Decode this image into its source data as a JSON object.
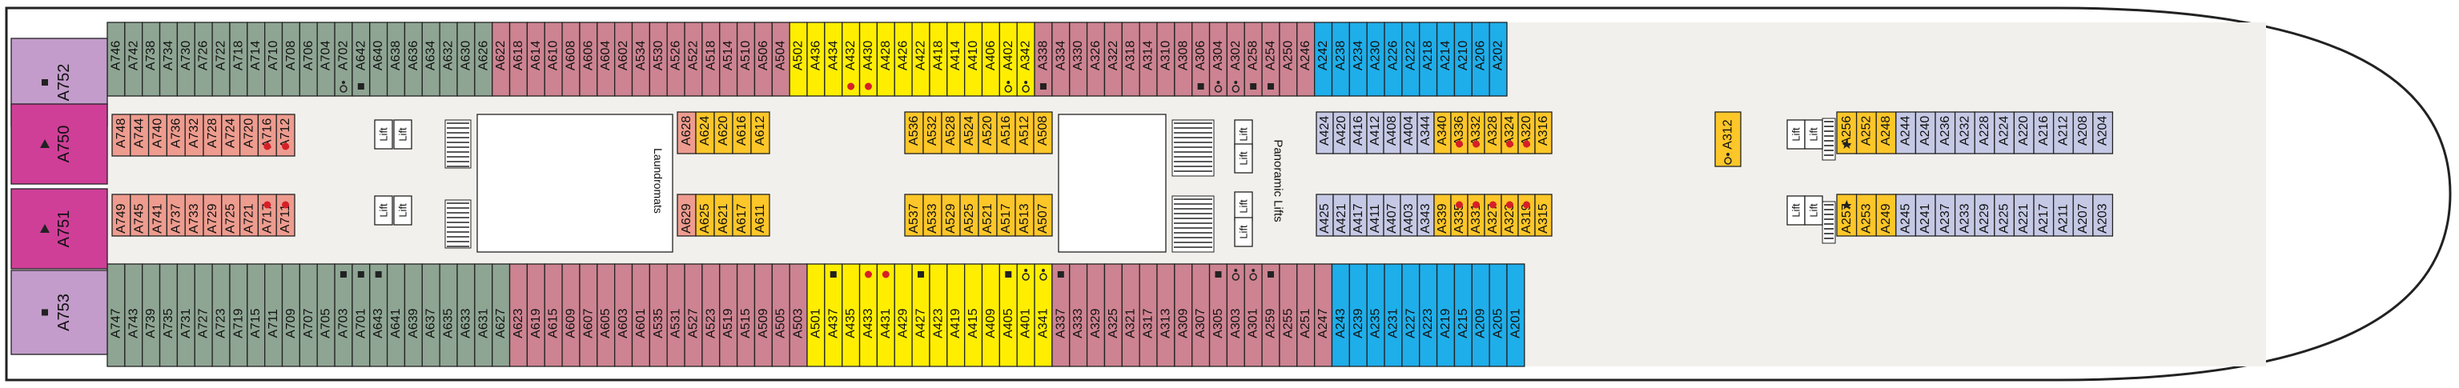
{
  "colors": {
    "gray": "#8ea593",
    "pink": "#cd8391",
    "salmon": "#ed9c8f",
    "magenta": "#cf3f98",
    "lavender": "#c39ccb",
    "yellow": "#ffee00",
    "gold": "#fdc629",
    "periwinkle": "#c5c9e5",
    "blue": "#1eaeea",
    "corridor": "#f2f0ec",
    "outline": "#222222",
    "accessible_dot": "#d62027"
  },
  "legend_marks": {
    "accessible_icon": "wheelchair-icon",
    "connecting_dot": "red-dot-icon",
    "stair_icon": "stairs-icon"
  },
  "labels": {
    "laundromats": "Laundromats",
    "panoramic_lifts": "Panoramic Lifts",
    "lift": "Lift"
  },
  "rows": {
    "outer_top": [
      {
        "label": "A746",
        "c": "gray"
      },
      {
        "label": "A742",
        "c": "gray"
      },
      {
        "label": "A738",
        "c": "gray"
      },
      {
        "label": "A734",
        "c": "gray"
      },
      {
        "label": "A730",
        "c": "gray"
      },
      {
        "label": "A726",
        "c": "gray"
      },
      {
        "label": "A722",
        "c": "gray"
      },
      {
        "label": "A718",
        "c": "gray"
      },
      {
        "label": "A714",
        "c": "gray"
      },
      {
        "label": "A710",
        "c": "gray"
      },
      {
        "label": "A708",
        "c": "gray"
      },
      {
        "label": "A706",
        "c": "gray"
      },
      {
        "label": "A704",
        "c": "gray"
      },
      {
        "label": "A702",
        "c": "gray",
        "m": "wheelchair"
      },
      {
        "label": "A642",
        "c": "gray",
        "m": "square"
      },
      {
        "label": "A640",
        "c": "gray"
      },
      {
        "label": "A638",
        "c": "gray"
      },
      {
        "label": "A636",
        "c": "gray"
      },
      {
        "label": "A634",
        "c": "gray"
      },
      {
        "label": "A632",
        "c": "gray"
      },
      {
        "label": "A630",
        "c": "gray"
      },
      {
        "label": "A626",
        "c": "gray"
      },
      {
        "label": "A622",
        "c": "pink"
      },
      {
        "label": "A618",
        "c": "pink"
      },
      {
        "label": "A614",
        "c": "pink"
      },
      {
        "label": "A610",
        "c": "pink"
      },
      {
        "label": "A608",
        "c": "pink"
      },
      {
        "label": "A606",
        "c": "pink"
      },
      {
        "label": "A604",
        "c": "pink"
      },
      {
        "label": "A602",
        "c": "pink"
      },
      {
        "label": "A534",
        "c": "pink"
      },
      {
        "label": "A530",
        "c": "pink"
      },
      {
        "label": "A526",
        "c": "pink"
      },
      {
        "label": "A522",
        "c": "pink"
      },
      {
        "label": "A518",
        "c": "pink"
      },
      {
        "label": "A514",
        "c": "pink"
      },
      {
        "label": "A510",
        "c": "pink"
      },
      {
        "label": "A506",
        "c": "pink"
      },
      {
        "label": "A504",
        "c": "pink"
      },
      {
        "label": "A502",
        "c": "yellow"
      },
      {
        "label": "A436",
        "c": "yellow"
      },
      {
        "label": "A434",
        "c": "yellow"
      },
      {
        "label": "A432",
        "c": "yellow",
        "m": "dot"
      },
      {
        "label": "A430",
        "c": "yellow",
        "m": "dot"
      },
      {
        "label": "A428",
        "c": "yellow"
      },
      {
        "label": "A426",
        "c": "yellow"
      },
      {
        "label": "A422",
        "c": "yellow"
      },
      {
        "label": "A418",
        "c": "yellow"
      },
      {
        "label": "A414",
        "c": "yellow"
      },
      {
        "label": "A410",
        "c": "yellow"
      },
      {
        "label": "A406",
        "c": "yellow"
      },
      {
        "label": "A402",
        "c": "yellow",
        "m": "wheelchair"
      },
      {
        "label": "A342",
        "c": "yellow",
        "m": "wheelchair"
      },
      {
        "label": "A338",
        "c": "pink",
        "m": "square"
      },
      {
        "label": "A334",
        "c": "pink"
      },
      {
        "label": "A330",
        "c": "pink"
      },
      {
        "label": "A326",
        "c": "pink"
      },
      {
        "label": "A322",
        "c": "pink"
      },
      {
        "label": "A318",
        "c": "pink"
      },
      {
        "label": "A314",
        "c": "pink"
      },
      {
        "label": "A310",
        "c": "pink"
      },
      {
        "label": "A308",
        "c": "pink"
      },
      {
        "label": "A306",
        "c": "pink",
        "m": "square"
      },
      {
        "label": "A304",
        "c": "pink",
        "m": "wheelchair"
      },
      {
        "label": "A302",
        "c": "pink",
        "m": "wheelchair"
      },
      {
        "label": "A258",
        "c": "pink",
        "m": "square"
      },
      {
        "label": "A254",
        "c": "pink",
        "m": "square"
      },
      {
        "label": "A250",
        "c": "pink"
      },
      {
        "label": "A246",
        "c": "pink"
      },
      {
        "label": "A242",
        "c": "blue"
      },
      {
        "label": "A238",
        "c": "blue"
      },
      {
        "label": "A234",
        "c": "blue"
      },
      {
        "label": "A230",
        "c": "blue"
      },
      {
        "label": "A226",
        "c": "blue"
      },
      {
        "label": "A222",
        "c": "blue"
      },
      {
        "label": "A218",
        "c": "blue"
      },
      {
        "label": "A214",
        "c": "blue"
      },
      {
        "label": "A210",
        "c": "blue"
      },
      {
        "label": "A206",
        "c": "blue"
      },
      {
        "label": "A202",
        "c": "blue"
      }
    ],
    "outer_bottom": [
      {
        "label": "A747",
        "c": "gray"
      },
      {
        "label": "A743",
        "c": "gray"
      },
      {
        "label": "A739",
        "c": "gray"
      },
      {
        "label": "A735",
        "c": "gray"
      },
      {
        "label": "A731",
        "c": "gray"
      },
      {
        "label": "A727",
        "c": "gray"
      },
      {
        "label": "A723",
        "c": "gray"
      },
      {
        "label": "A719",
        "c": "gray"
      },
      {
        "label": "A715",
        "c": "gray"
      },
      {
        "label": "A711",
        "c": "gray"
      },
      {
        "label": "A709",
        "c": "gray"
      },
      {
        "label": "A707",
        "c": "gray"
      },
      {
        "label": "A705",
        "c": "gray"
      },
      {
        "label": "A703",
        "c": "gray",
        "m": "square"
      },
      {
        "label": "A701",
        "c": "gray",
        "m": "square"
      },
      {
        "label": "A643",
        "c": "gray",
        "m": "square"
      },
      {
        "label": "A641",
        "c": "gray"
      },
      {
        "label": "A639",
        "c": "gray"
      },
      {
        "label": "A637",
        "c": "gray"
      },
      {
        "label": "A635",
        "c": "gray"
      },
      {
        "label": "A633",
        "c": "gray"
      },
      {
        "label": "A631",
        "c": "gray"
      },
      {
        "label": "A627",
        "c": "gray"
      },
      {
        "label": "A623",
        "c": "pink"
      },
      {
        "label": "A619",
        "c": "pink"
      },
      {
        "label": "A615",
        "c": "pink"
      },
      {
        "label": "A609",
        "c": "pink"
      },
      {
        "label": "A607",
        "c": "pink"
      },
      {
        "label": "A605",
        "c": "pink"
      },
      {
        "label": "A603",
        "c": "pink"
      },
      {
        "label": "A601",
        "c": "pink"
      },
      {
        "label": "A535",
        "c": "pink"
      },
      {
        "label": "A531",
        "c": "pink"
      },
      {
        "label": "A527",
        "c": "pink"
      },
      {
        "label": "A523",
        "c": "pink"
      },
      {
        "label": "A519",
        "c": "pink"
      },
      {
        "label": "A515",
        "c": "pink"
      },
      {
        "label": "A509",
        "c": "pink"
      },
      {
        "label": "A505",
        "c": "pink"
      },
      {
        "label": "A503",
        "c": "pink"
      },
      {
        "label": "A501",
        "c": "yellow"
      },
      {
        "label": "A437",
        "c": "yellow",
        "m": "square"
      },
      {
        "label": "A435",
        "c": "yellow"
      },
      {
        "label": "A433",
        "c": "yellow",
        "m": "dot"
      },
      {
        "label": "A431",
        "c": "yellow",
        "m": "dot"
      },
      {
        "label": "A429",
        "c": "yellow"
      },
      {
        "label": "A427",
        "c": "yellow",
        "m": "square"
      },
      {
        "label": "A423",
        "c": "yellow"
      },
      {
        "label": "A419",
        "c": "yellow"
      },
      {
        "label": "A415",
        "c": "yellow"
      },
      {
        "label": "A409",
        "c": "yellow"
      },
      {
        "label": "A405",
        "c": "yellow",
        "m": "square"
      },
      {
        "label": "A401",
        "c": "yellow",
        "m": "wheelchair"
      },
      {
        "label": "A341",
        "c": "yellow",
        "m": "wheelchair"
      },
      {
        "label": "A337",
        "c": "pink",
        "m": "square"
      },
      {
        "label": "A333",
        "c": "pink"
      },
      {
        "label": "A329",
        "c": "pink"
      },
      {
        "label": "A325",
        "c": "pink"
      },
      {
        "label": "A321",
        "c": "pink"
      },
      {
        "label": "A317",
        "c": "pink"
      },
      {
        "label": "A313",
        "c": "pink"
      },
      {
        "label": "A309",
        "c": "pink"
      },
      {
        "label": "A307",
        "c": "pink"
      },
      {
        "label": "A305",
        "c": "pink",
        "m": "square"
      },
      {
        "label": "A303",
        "c": "pink",
        "m": "wheelchair"
      },
      {
        "label": "A301",
        "c": "pink",
        "m": "wheelchair"
      },
      {
        "label": "A259",
        "c": "pink",
        "m": "square"
      },
      {
        "label": "A255",
        "c": "pink"
      },
      {
        "label": "A251",
        "c": "pink"
      },
      {
        "label": "A247",
        "c": "pink"
      },
      {
        "label": "A243",
        "c": "blue"
      },
      {
        "label": "A239",
        "c": "blue"
      },
      {
        "label": "A235",
        "c": "blue"
      },
      {
        "label": "A231",
        "c": "blue"
      },
      {
        "label": "A227",
        "c": "blue"
      },
      {
        "label": "A223",
        "c": "blue"
      },
      {
        "label": "A219",
        "c": "blue"
      },
      {
        "label": "A215",
        "c": "blue"
      },
      {
        "label": "A209",
        "c": "blue"
      },
      {
        "label": "A205",
        "c": "blue"
      },
      {
        "label": "A201",
        "c": "blue"
      }
    ],
    "inner_top_aft": [
      {
        "label": "A748",
        "c": "salmon"
      },
      {
        "label": "A744",
        "c": "salmon"
      },
      {
        "label": "A740",
        "c": "salmon"
      },
      {
        "label": "A736",
        "c": "salmon"
      },
      {
        "label": "A732",
        "c": "salmon"
      },
      {
        "label": "A728",
        "c": "salmon"
      },
      {
        "label": "A724",
        "c": "salmon"
      },
      {
        "label": "A720",
        "c": "salmon"
      },
      {
        "label": "A716",
        "c": "salmon",
        "m": "dot"
      },
      {
        "label": "A712",
        "c": "salmon",
        "m": "dot"
      }
    ],
    "inner_bottom_aft": [
      {
        "label": "A749",
        "c": "salmon"
      },
      {
        "label": "A745",
        "c": "salmon"
      },
      {
        "label": "A741",
        "c": "salmon"
      },
      {
        "label": "A737",
        "c": "salmon"
      },
      {
        "label": "A733",
        "c": "salmon"
      },
      {
        "label": "A729",
        "c": "salmon"
      },
      {
        "label": "A725",
        "c": "salmon"
      },
      {
        "label": "A721",
        "c": "salmon"
      },
      {
        "label": "A717",
        "c": "salmon",
        "m": "dot"
      },
      {
        "label": "A711",
        "c": "salmon",
        "m": "dot"
      }
    ],
    "inner_top_mid1": [
      {
        "label": "A628",
        "c": "salmon"
      },
      {
        "label": "A624",
        "c": "gold"
      },
      {
        "label": "A620",
        "c": "gold"
      },
      {
        "label": "A616",
        "c": "gold"
      },
      {
        "label": "A612",
        "c": "gold"
      }
    ],
    "inner_bottom_mid1": [
      {
        "label": "A629",
        "c": "salmon"
      },
      {
        "label": "A625",
        "c": "gold"
      },
      {
        "label": "A621",
        "c": "gold"
      },
      {
        "label": "A617",
        "c": "gold"
      },
      {
        "label": "A611",
        "c": "gold"
      }
    ],
    "inner_top_mid2": [
      {
        "label": "A536",
        "c": "gold"
      },
      {
        "label": "A532",
        "c": "gold"
      },
      {
        "label": "A528",
        "c": "gold"
      },
      {
        "label": "A524",
        "c": "gold"
      },
      {
        "label": "A520",
        "c": "gold"
      },
      {
        "label": "A516",
        "c": "gold"
      },
      {
        "label": "A512",
        "c": "gold"
      },
      {
        "label": "A508",
        "c": "gold"
      }
    ],
    "inner_bottom_mid2": [
      {
        "label": "A537",
        "c": "gold"
      },
      {
        "label": "A533",
        "c": "gold"
      },
      {
        "label": "A529",
        "c": "gold"
      },
      {
        "label": "A525",
        "c": "gold"
      },
      {
        "label": "A521",
        "c": "gold"
      },
      {
        "label": "A517",
        "c": "gold"
      },
      {
        "label": "A513",
        "c": "gold"
      },
      {
        "label": "A507",
        "c": "gold"
      }
    ],
    "inner_top_mid3": [
      {
        "label": "A424",
        "c": "periwinkle"
      },
      {
        "label": "A420",
        "c": "periwinkle"
      },
      {
        "label": "A416",
        "c": "periwinkle"
      },
      {
        "label": "A412",
        "c": "periwinkle"
      },
      {
        "label": "A408",
        "c": "periwinkle"
      },
      {
        "label": "A404",
        "c": "periwinkle"
      },
      {
        "label": "A344",
        "c": "periwinkle"
      },
      {
        "label": "A340",
        "c": "gold"
      },
      {
        "label": "A336",
        "c": "gold",
        "m": "dot"
      },
      {
        "label": "A332",
        "c": "gold",
        "m": "dot"
      },
      {
        "label": "A328",
        "c": "gold"
      },
      {
        "label": "A324",
        "c": "gold",
        "m": "dot"
      },
      {
        "label": "A320",
        "c": "gold",
        "m": "dot"
      },
      {
        "label": "A316",
        "c": "gold"
      }
    ],
    "inner_bottom_mid3": [
      {
        "label": "A425",
        "c": "periwinkle"
      },
      {
        "label": "A421",
        "c": "periwinkle"
      },
      {
        "label": "A417",
        "c": "periwinkle"
      },
      {
        "label": "A411",
        "c": "periwinkle"
      },
      {
        "label": "A407",
        "c": "periwinkle"
      },
      {
        "label": "A403",
        "c": "periwinkle"
      },
      {
        "label": "A343",
        "c": "periwinkle"
      },
      {
        "label": "A339",
        "c": "gold"
      },
      {
        "label": "A335",
        "c": "gold",
        "m": "dot"
      },
      {
        "label": "A331",
        "c": "gold",
        "m": "dot"
      },
      {
        "label": "A327",
        "c": "gold",
        "m": "dot"
      },
      {
        "label": "A323",
        "c": "gold",
        "m": "dot"
      },
      {
        "label": "A319",
        "c": "gold",
        "m": "dot"
      },
      {
        "label": "A315",
        "c": "gold"
      }
    ],
    "inner_top_fwd": [
      {
        "label": "A256",
        "c": "gold",
        "m": "star"
      },
      {
        "label": "A252",
        "c": "gold"
      },
      {
        "label": "A248",
        "c": "gold"
      },
      {
        "label": "A244",
        "c": "periwinkle"
      },
      {
        "label": "A240",
        "c": "periwinkle"
      },
      {
        "label": "A236",
        "c": "periwinkle"
      },
      {
        "label": "A232",
        "c": "periwinkle"
      },
      {
        "label": "A228",
        "c": "periwinkle"
      },
      {
        "label": "A224",
        "c": "periwinkle"
      },
      {
        "label": "A220",
        "c": "periwinkle"
      },
      {
        "label": "A216",
        "c": "periwinkle"
      },
      {
        "label": "A212",
        "c": "periwinkle"
      },
      {
        "label": "A208",
        "c": "periwinkle"
      },
      {
        "label": "A204",
        "c": "periwinkle"
      }
    ],
    "inner_bottom_fwd": [
      {
        "label": "A257",
        "c": "gold",
        "m": "star"
      },
      {
        "label": "A253",
        "c": "gold"
      },
      {
        "label": "A249",
        "c": "gold"
      },
      {
        "label": "A245",
        "c": "periwinkle"
      },
      {
        "label": "A241",
        "c": "periwinkle"
      },
      {
        "label": "A237",
        "c": "periwinkle"
      },
      {
        "label": "A233",
        "c": "periwinkle"
      },
      {
        "label": "A229",
        "c": "periwinkle"
      },
      {
        "label": "A225",
        "c": "periwinkle"
      },
      {
        "label": "A221",
        "c": "periwinkle"
      },
      {
        "label": "A217",
        "c": "periwinkle"
      },
      {
        "label": "A211",
        "c": "periwinkle"
      },
      {
        "label": "A207",
        "c": "periwinkle"
      },
      {
        "label": "A203",
        "c": "periwinkle"
      }
    ]
  },
  "feature_cabin": {
    "label": "A312",
    "c": "gold",
    "m": "wheelchair"
  },
  "stern_cabins": [
    {
      "label": "A752",
      "c": "lavender",
      "m": "square"
    },
    {
      "label": "A750",
      "c": "magenta",
      "m": "triangle"
    },
    {
      "label": "A751",
      "c": "magenta",
      "m": "triangle"
    },
    {
      "label": "A753",
      "c": "lavender",
      "m": "square"
    }
  ]
}
